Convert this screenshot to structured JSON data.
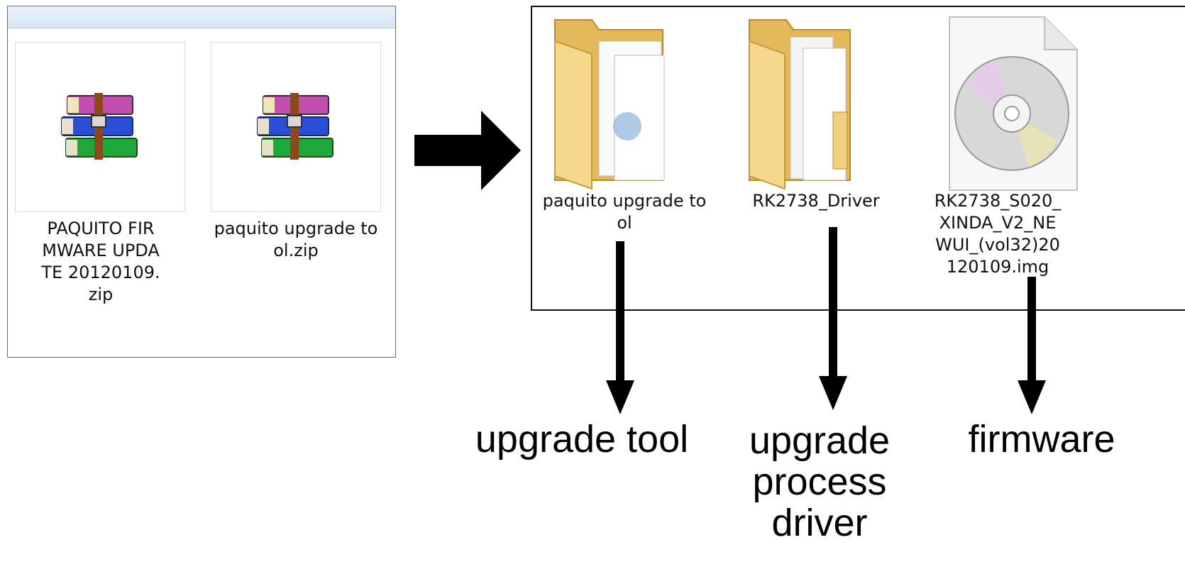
{
  "left_window": {
    "files": [
      {
        "name": "PAQUITO FIRMWARE UPDATE 20120109.zip",
        "icon": "winrar-archive-icon"
      },
      {
        "name": "paquito upgrade tool.zip",
        "icon": "winrar-archive-icon"
      }
    ]
  },
  "right_window": {
    "items": [
      {
        "name": "paquito upgrade tool",
        "icon": "folder-icon"
      },
      {
        "name": "RK2738_Driver",
        "icon": "folder-icon"
      },
      {
        "name": "RK2738_S020_XINDA_V2_NEWUI_(vol32)20120109.img",
        "icon": "disc-image-icon"
      }
    ]
  },
  "callouts": {
    "upgrade_tool": "upgrade tool",
    "driver": "upgrade process driver",
    "firmware": "firmware"
  },
  "colors": {
    "arrow": "#000000",
    "titlebar": "#dce9f6",
    "folder": "#f3d27a"
  }
}
